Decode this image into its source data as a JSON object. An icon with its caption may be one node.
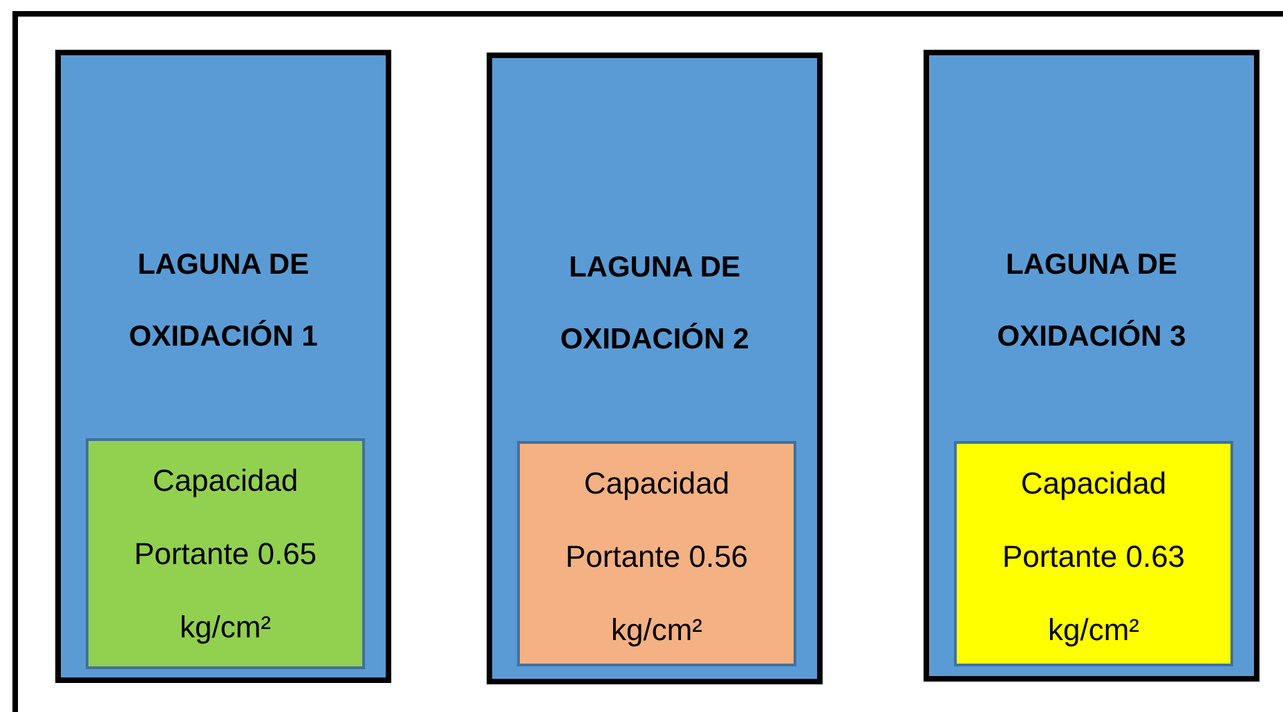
{
  "diagram": {
    "nodes": [
      {
        "text": [
          "LAGUNA DE OXIDACIÓN 1"
        ]
      },
      {
        "text": [
          "Capacidad Portante 0.65 kg/cm²"
        ],
        "in": 0
      },
      {
        "text": [
          "LAGUNA DE OXIDACIÓN 2"
        ]
      },
      {
        "text": [
          "Capacidad Portante 0.56 kg/cm²"
        ],
        "in": 2
      },
      {
        "text": [
          "LAGUNA DE OXIDACIÓN 3"
        ]
      },
      {
        "text": [
          "Capacidad Portante 0.63 kg/cm²"
        ],
        "in": 4
      }
    ]
  }
}
